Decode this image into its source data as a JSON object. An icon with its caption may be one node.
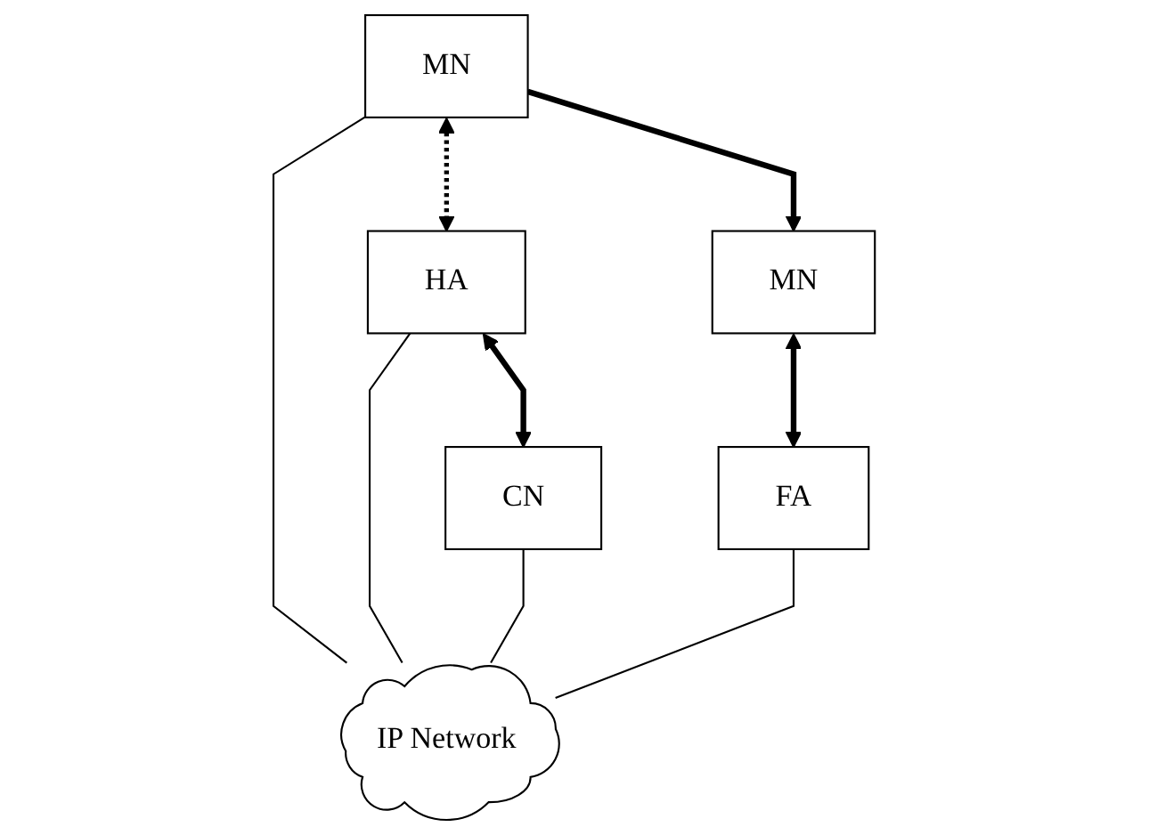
{
  "diagram": {
    "nodes": [
      {
        "text": [
          "MN"
        ]
      },
      {
        "text": [
          "HA"
        ]
      },
      {
        "text": [
          "CN"
        ]
      },
      {
        "text": [
          "IP Network"
        ]
      },
      {
        "text": [
          "MN"
        ]
      },
      {
        "text": [
          "FA"
        ]
      }
    ],
    "edges": [
      {
        "from": 0,
        "to": 1,
        "arrow": "both",
        "style": "dashed"
      },
      {
        "from": 1,
        "to": 2,
        "arrow": "both",
        "style": "thick"
      },
      {
        "from": 0,
        "to": 3,
        "arrow": "none"
      },
      {
        "from": 1,
        "to": 3,
        "arrow": "none"
      },
      {
        "from": 2,
        "to": 3,
        "arrow": "none"
      },
      {
        "from": 0,
        "to": 4,
        "arrow": "to",
        "style": "thick"
      },
      {
        "from": 4,
        "to": 5,
        "arrow": "both",
        "style": "thick"
      },
      {
        "from": 5,
        "to": 3,
        "arrow": "none"
      }
    ]
  }
}
